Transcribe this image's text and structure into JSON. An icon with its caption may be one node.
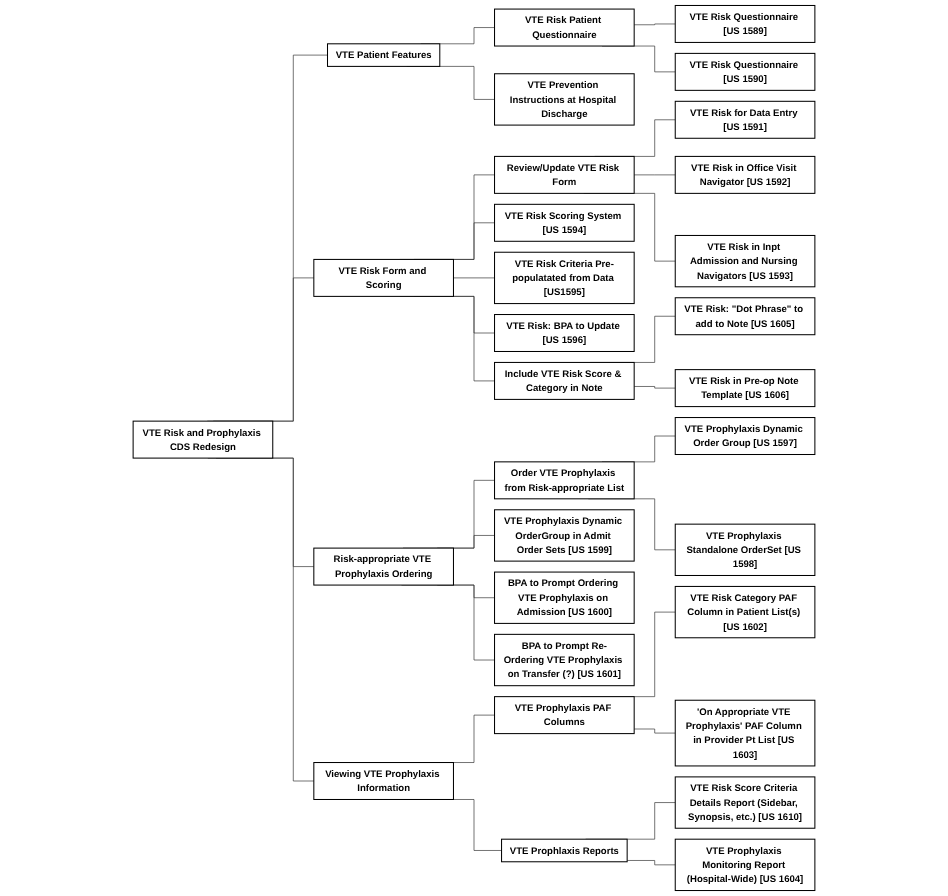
{
  "diagram": {
    "nodes": [
      {
        "text": [
          "VTE Risk and Prophylaxis CDS Redesign"
        ]
      },
      {
        "text": [
          "VTE Patient Features"
        ]
      },
      {
        "text": [
          "VTE Risk Patient Questionnaire"
        ]
      },
      {
        "text": [
          "VTE Risk Questionnaire [US 1589]"
        ]
      },
      {
        "text": [
          "VTE Risk Questionnaire [US 1590]"
        ]
      },
      {
        "text": [
          "VTE Prevention Instructions at Hospital Discharge"
        ]
      },
      {
        "text": [
          "VTE Risk Form and Scoring"
        ]
      },
      {
        "text": [
          "Review/Update VTE Risk Form"
        ]
      },
      {
        "text": [
          "VTE Risk for Data Entry [US 1591]"
        ]
      },
      {
        "text": [
          "VTE Risk in Office Visit Navigator [US 1592]"
        ]
      },
      {
        "text": [
          "VTE Risk in Inpt Admission and Nursing Navigators [US 1593]"
        ]
      },
      {
        "text": [
          "VTE Risk Scoring System [US 1594]"
        ]
      },
      {
        "text": [
          "VTE Risk Criteria Pre-populatated from Data [US1595]"
        ]
      },
      {
        "text": [
          "VTE Risk: BPA to Update [US 1596]"
        ]
      },
      {
        "text": [
          "Include VTE Risk Score & Category in Note"
        ]
      },
      {
        "text": [
          "VTE Risk: \"Dot Phrase\" to add to Note [US 1605]"
        ]
      },
      {
        "text": [
          "VTE Risk in Pre-op Note Template [US 1606]"
        ]
      },
      {
        "text": [
          "Risk-appropriate VTE Prophylaxis Ordering"
        ]
      },
      {
        "text": [
          "Order VTE Prophylaxis from Risk-appropriate List"
        ]
      },
      {
        "text": [
          "VTE Prophylaxis Dynamic Order Group [US 1597]"
        ]
      },
      {
        "text": [
          "VTE Prophylaxis Standalone OrderSet [US 1598]"
        ]
      },
      {
        "text": [
          "VTE Prophylaxis Dynamic OrderGroup in Admit Order Sets [US 1599]"
        ]
      },
      {
        "text": [
          "BPA to Prompt Ordering VTE Prophylaxis on Admission [US 1600]"
        ]
      },
      {
        "text": [
          "BPA to Prompt Re-Ordering VTE Prophylaxis on Transfer (?) [US 1601]"
        ]
      },
      {
        "text": [
          "Viewing VTE Prophylaxis Information"
        ]
      },
      {
        "text": [
          "VTE Prophylaxis PAF Columns"
        ]
      },
      {
        "text": [
          "VTE Risk Category PAF Column in Patient List(s) [US 1602]"
        ]
      },
      {
        "text": [
          "'On Appropriate VTE Prophylaxis' PAF Column in Provider Pt List [US 1603]"
        ]
      },
      {
        "text": [
          "VTE Prophlaxis Reports"
        ]
      },
      {
        "text": [
          "VTE Risk Score Criteria Details Report (Sidebar, Synopsis, etc.) [US 1610]"
        ]
      },
      {
        "text": [
          "VTE Prophylaxis Monitoring Report (Hospital-Wide) [US 1604]"
        ]
      }
    ],
    "edges": [
      {
        "from": 0,
        "to": 1,
        "arrow": "none"
      },
      {
        "from": 1,
        "to": 2,
        "arrow": "none"
      },
      {
        "from": 2,
        "to": 3,
        "arrow": "none"
      },
      {
        "from": 2,
        "to": 4,
        "arrow": "none"
      },
      {
        "from": 1,
        "to": 5,
        "arrow": "none"
      },
      {
        "from": 0,
        "to": 6,
        "arrow": "none"
      },
      {
        "from": 6,
        "to": 7,
        "arrow": "none"
      },
      {
        "from": 7,
        "to": 8,
        "arrow": "none"
      },
      {
        "from": 7,
        "to": 9,
        "arrow": "none"
      },
      {
        "from": 7,
        "to": 10,
        "arrow": "none"
      },
      {
        "from": 6,
        "to": 11,
        "arrow": "none"
      },
      {
        "from": 6,
        "to": 12,
        "arrow": "none"
      },
      {
        "from": 6,
        "to": 13,
        "arrow": "none"
      },
      {
        "from": 6,
        "to": 14,
        "arrow": "none"
      },
      {
        "from": 14,
        "to": 15,
        "arrow": "none"
      },
      {
        "from": 14,
        "to": 16,
        "arrow": "none"
      },
      {
        "from": 0,
        "to": 17,
        "arrow": "none"
      },
      {
        "from": 17,
        "to": 18,
        "arrow": "none"
      },
      {
        "from": 18,
        "to": 19,
        "arrow": "none"
      },
      {
        "from": 18,
        "to": 20,
        "arrow": "none"
      },
      {
        "from": 17,
        "to": 21,
        "arrow": "none"
      },
      {
        "from": 17,
        "to": 22,
        "arrow": "none"
      },
      {
        "from": 17,
        "to": 23,
        "arrow": "none"
      },
      {
        "from": 0,
        "to": 24,
        "arrow": "none"
      },
      {
        "from": 24,
        "to": 25,
        "arrow": "none"
      },
      {
        "from": 25,
        "to": 26,
        "arrow": "none"
      },
      {
        "from": 25,
        "to": 27,
        "arrow": "none"
      },
      {
        "from": 24,
        "to": 28,
        "arrow": "none"
      },
      {
        "from": 28,
        "to": 29,
        "arrow": "none"
      },
      {
        "from": 28,
        "to": 30,
        "arrow": "none"
      }
    ]
  }
}
